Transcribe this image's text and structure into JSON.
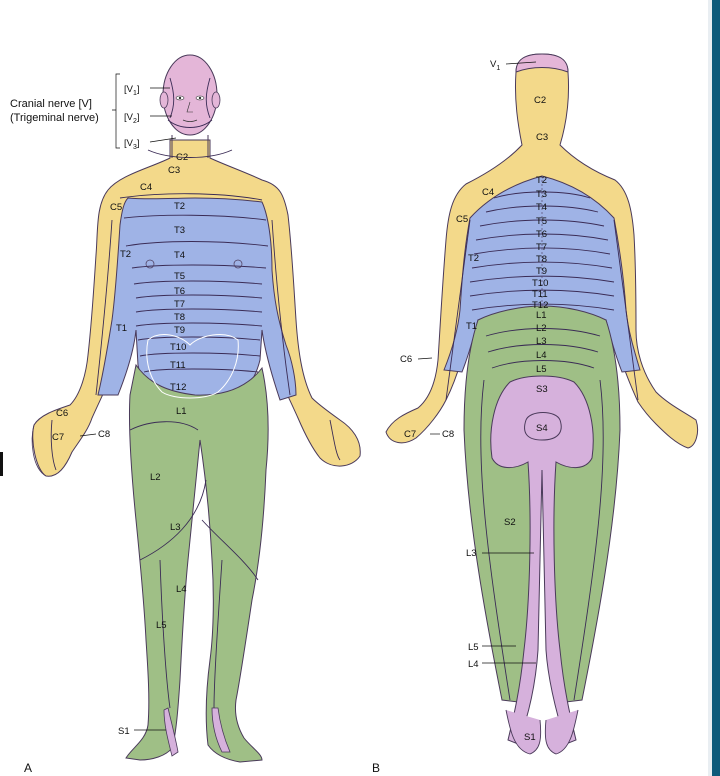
{
  "colors": {
    "cervical_yellow": "#f3d98a",
    "thoracic_blue": "#9fb3e6",
    "lumbar_green": "#9fbf86",
    "sacral_purple": "#d6b1dc",
    "trigeminal_pink": "#e4b6d8",
    "outline": "#4a3a5a",
    "edge_strip": "#0d5a7a"
  },
  "panels": {
    "anterior": "A",
    "posterior": "B"
  },
  "trigeminal": {
    "title_line1": "Cranial nerve [V]",
    "title_line2": "(Trigeminal nerve)",
    "v1": "[V",
    "v1_sub": "1",
    "v2": "[V",
    "v2_sub": "2",
    "v3": "[V",
    "v3_sub": "3",
    "bracket_close": "]"
  },
  "anterior_labels": {
    "c2": "C2",
    "c3": "C3",
    "c4": "C4",
    "c5": "C5",
    "c6": "C6",
    "c7": "C7",
    "c8": "C8",
    "t1": "T1",
    "t2_arm": "T2",
    "t2": "T2",
    "t3": "T3",
    "t4": "T4",
    "t5": "T5",
    "t6": "T6",
    "t7": "T7",
    "t8": "T8",
    "t9": "T9",
    "t10": "T10",
    "t11": "T11",
    "t12": "T12",
    "l1": "L1",
    "l2": "L2",
    "l3": "L3",
    "l4": "L4",
    "l5": "L5",
    "s1": "S1"
  },
  "posterior_labels": {
    "v1": "V",
    "v1_sub": "1",
    "c2": "C2",
    "c3": "C3",
    "c4": "C4",
    "c5": "C5",
    "c6": "C6",
    "c7": "C7",
    "c8": "C8",
    "t1": "T1",
    "t2_arm": "T2",
    "t2": "T2",
    "t3": "T3",
    "t4": "T4",
    "t5": "T5",
    "t6": "T6",
    "t7": "T7",
    "t8": "T8",
    "t9": "T9",
    "t10": "T10",
    "t11": "T11",
    "t12": "T12",
    "l1": "L1",
    "l2": "L2",
    "l3": "L3",
    "l4": "L4",
    "l5": "L5",
    "s2": "S2",
    "s3": "S3",
    "s4": "S4",
    "l3_leg": "L3",
    "l5_leg": "L5",
    "l4_leg": "L4",
    "s1": "S1"
  }
}
